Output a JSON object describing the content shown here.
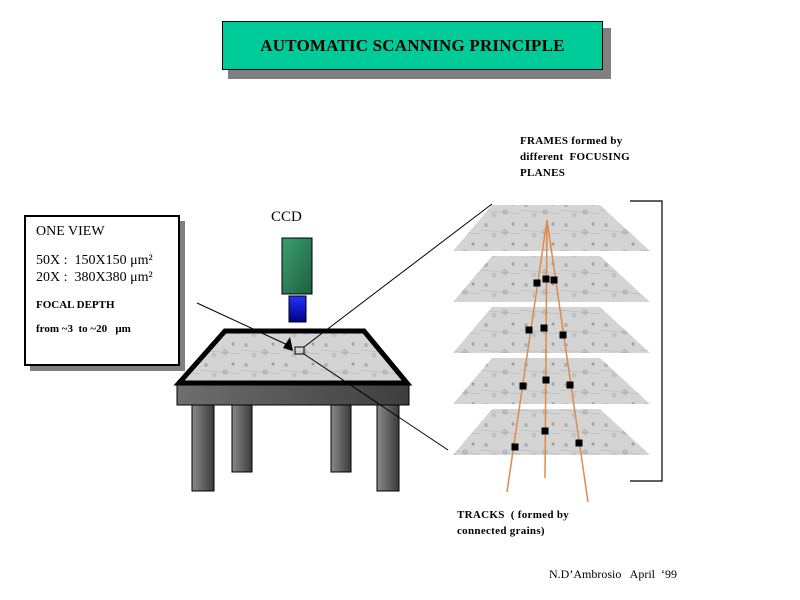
{
  "title": "AUTOMATIC SCANNING  PRINCIPLE",
  "info_box": {
    "heading": "ONE VIEW",
    "magnifications": [
      {
        "label": "50X :",
        "area": "150X150 μm²"
      },
      {
        "label": "20X :",
        "area": "380X380 μm²"
      }
    ],
    "focal_depth_label": "FOCAL DEPTH",
    "focal_depth_range": "from ~3  to ~20   μm"
  },
  "ccd_label": "CCD",
  "frames_label": [
    "FRAMES formed by",
    "different  FOCUSING",
    "PLANES"
  ],
  "tracks_label": [
    "TRACKS  ( formed by",
    "connected grains)"
  ],
  "author": "N.D’Ambrosio   April  ‘99",
  "colors": {
    "title_bg": "#00cc99",
    "ccd_body": "#2e8b5f",
    "ccd_lens": "#0000dd",
    "track_line": "#e08a4a",
    "grain": "#000000",
    "table": "#5a5a5a"
  },
  "frames_count": 5,
  "tracks_count": 3
}
